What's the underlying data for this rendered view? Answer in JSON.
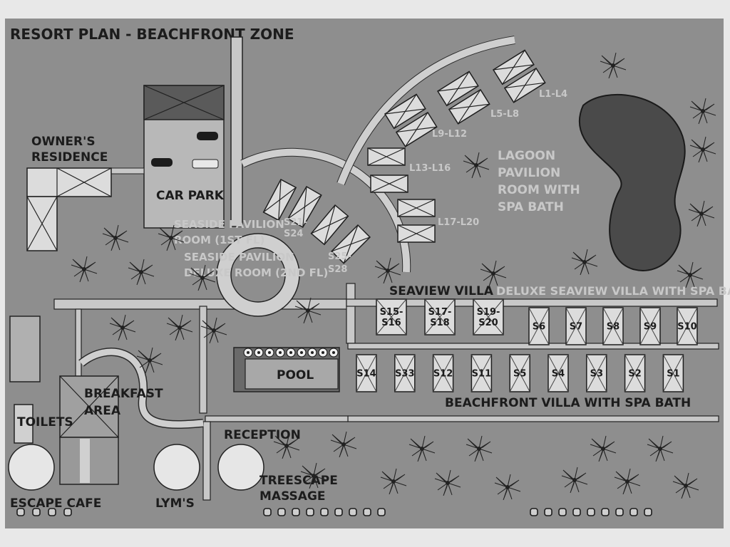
{
  "title": "RESORT PLAN - BEACHFRONT ZONE",
  "labels": {
    "owners_residence_1": "OWNER'S",
    "owners_residence_2": "RESIDENCE",
    "car_park": "CAR PARK",
    "seaside_1a": "SEASIDE PAVILION",
    "seaside_1b": "ROOM (1ST FL)",
    "seaside_2a": "SEASIDE PAVILION",
    "seaside_2b": "DELUXE ROOM (2ND FL)",
    "s21_a": "S21-",
    "s21_b": "S24",
    "s25_a": "S25-",
    "s25_b": "S28",
    "l1_l4": "L1-L4",
    "l5_l8": "L5-L8",
    "l9_l12": "L9-L12",
    "l13_l16": "L13-L16",
    "l17_l20": "L17-L20",
    "lagoon_1": "LAGOON",
    "lagoon_2": "PAVILION",
    "lagoon_3": "ROOM WITH",
    "lagoon_4": "SPA BATH",
    "seaview_villa": "SEAVIEW VILLA",
    "deluxe_seaview": "DELUXE SEAVIEW VILLA WITH SPA BATH",
    "pool": "POOL",
    "beachfront_villa": "BEACHFRONT VILLA WITH SPA BATH",
    "breakfast_1": "BREAKFAST",
    "breakfast_2": "AREA",
    "toilets": "TOILETS",
    "reception": "RECEPTION",
    "treescape_1": "TREESCAPE",
    "treescape_2": "MASSAGE",
    "escape_cafe": "ESCAPE CAFE",
    "lyms": "LYM'S"
  },
  "seaview_units": [
    {
      "a": "S15-",
      "b": "S16"
    },
    {
      "a": "S17-",
      "b": "S18"
    },
    {
      "a": "S19-",
      "b": "S20"
    }
  ],
  "deluxe_units": [
    "S6",
    "S7",
    "S8",
    "S9",
    "S10"
  ],
  "beachfront_units": [
    "S14",
    "S33",
    "S12",
    "S11",
    "S5",
    "S4",
    "S3",
    "S2",
    "S1"
  ]
}
